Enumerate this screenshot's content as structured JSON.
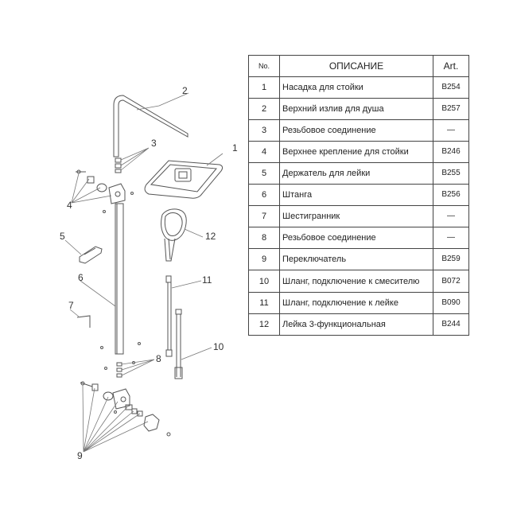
{
  "table": {
    "headers": {
      "no": "No.",
      "description": "ОПИСАНИЕ",
      "art": "Art."
    },
    "rows": [
      {
        "no": "1",
        "description": "Насадка для стойки",
        "art": "B254"
      },
      {
        "no": "2",
        "description": "Верхний излив для душа",
        "art": "B257"
      },
      {
        "no": "3",
        "description": "Резьбовое соединение",
        "art": "—"
      },
      {
        "no": "4",
        "description": "Верхнее крепление для стойки",
        "art": "B246"
      },
      {
        "no": "5",
        "description": "Держатель для лейки",
        "art": "B255"
      },
      {
        "no": "6",
        "description": "Штанга",
        "art": "B256"
      },
      {
        "no": "7",
        "description": "Шестигранник",
        "art": "—"
      },
      {
        "no": "8",
        "description": "Резьбовое соединение",
        "art": "—"
      },
      {
        "no": "9",
        "description": "Переключатель",
        "art": "B259"
      },
      {
        "no": "10",
        "description": "Шланг, подключение к смесителю",
        "art": "B072"
      },
      {
        "no": "11",
        "description": "Шланг, подключение к лейке",
        "art": "B090"
      },
      {
        "no": "12",
        "description": "Лейка 3-функциональная",
        "art": "B244"
      }
    ]
  },
  "callouts": [
    "1",
    "2",
    "3",
    "4",
    "5",
    "6",
    "7",
    "8",
    "9",
    "10",
    "11",
    "12"
  ]
}
